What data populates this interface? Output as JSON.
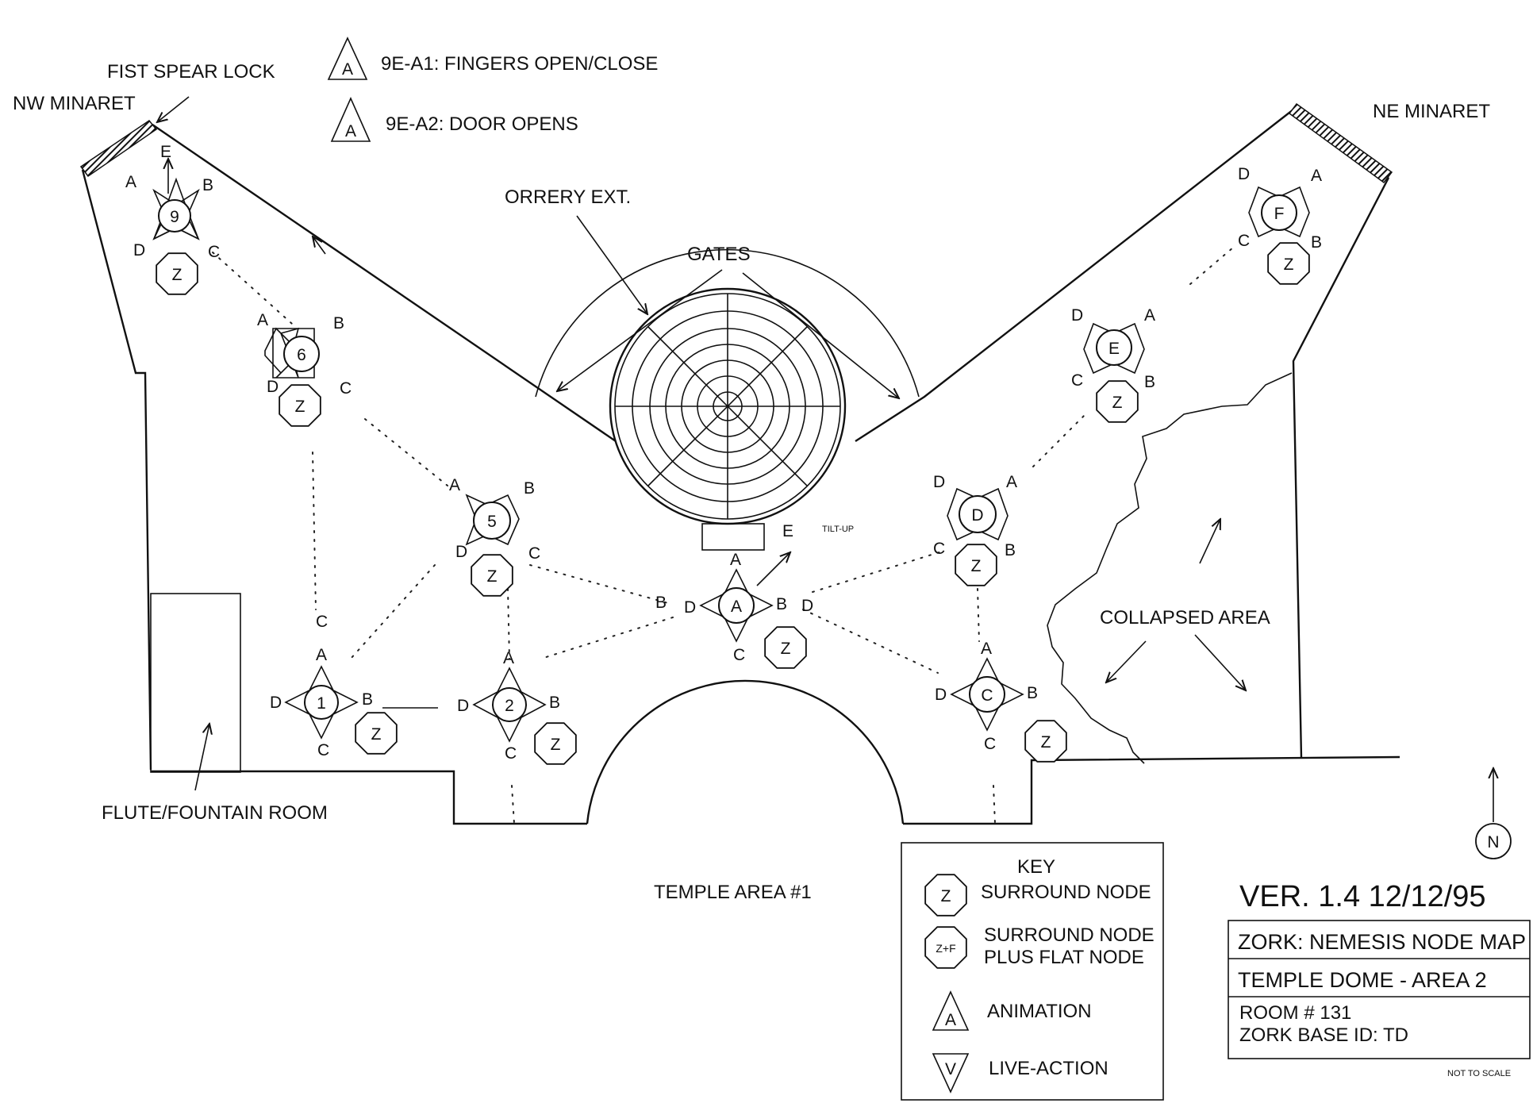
{
  "legend_top": {
    "a1_glyph": "A",
    "a1": "9E-A1: FINGERS OPEN/CLOSE",
    "a2_glyph": "A",
    "a2": "9E-A2: DOOR OPENS"
  },
  "labels": {
    "fist_spear_lock": "FIST SPEAR LOCK",
    "nw_minaret": "NW MINARET",
    "ne_minaret": "NE MINARET",
    "orrery_ext": "ORRERY EXT.",
    "gates": "GATES",
    "tilt_up": "TILT-UP",
    "collapsed_area": "COLLAPSED AREA",
    "flute_fountain_room": "FLUTE/FOUNTAIN ROOM",
    "temple_area_1": "TEMPLE AREA #1",
    "north": "N",
    "version": "VER. 1.4   12/12/95",
    "not_to_scale": "NOT TO SCALE"
  },
  "key": {
    "title": "KEY",
    "surround_glyph": "Z",
    "surround_node": "SURROUND NODE",
    "surround_flat_glyph": "Z+F",
    "surround_flat_line1": "SURROUND NODE",
    "surround_flat_line2": "PLUS FLAT NODE",
    "animation_glyph": "A",
    "animation": "ANIMATION",
    "live_glyph": "V",
    "live_action": "LIVE-ACTION"
  },
  "title_block": {
    "line1": "ZORK: NEMESIS NODE MAP",
    "line2": "TEMPLE DOME - AREA 2",
    "line3": "ROOM # 131",
    "line4": "ZORK BASE ID: TD"
  },
  "nodes": [
    {
      "id": "node-9",
      "label": "9",
      "dirs": {
        "a": "A",
        "b": "B",
        "c": "C",
        "d": "D",
        "e": "E"
      }
    },
    {
      "id": "node-6",
      "label": "6",
      "dirs": {
        "a": "A",
        "b": "B",
        "c": "C",
        "d": "D"
      }
    },
    {
      "id": "node-5",
      "label": "5",
      "dirs": {
        "a": "A",
        "b": "B",
        "c": "C",
        "d": "D"
      }
    },
    {
      "id": "node-1",
      "label": "1",
      "dirs": {
        "a": "A",
        "b": "B",
        "c": "C",
        "d": "D",
        "c2": "C"
      }
    },
    {
      "id": "node-2",
      "label": "2",
      "dirs": {
        "a": "A",
        "b": "B",
        "c": "C",
        "d": "D"
      }
    },
    {
      "id": "node-a",
      "label": "A",
      "dirs": {
        "a": "A",
        "b": "B",
        "c": "C",
        "d": "D",
        "e": "E",
        "b2": "B",
        "d2": "D"
      }
    },
    {
      "id": "node-d",
      "label": "D",
      "dirs": {
        "a": "A",
        "b": "B",
        "c": "C",
        "d": "D"
      }
    },
    {
      "id": "node-c",
      "label": "C",
      "dirs": {
        "a": "A",
        "b": "B",
        "c": "C",
        "d": "D"
      }
    },
    {
      "id": "node-e",
      "label": "E",
      "dirs": {
        "a": "A",
        "b": "B",
        "c": "C",
        "d": "D"
      }
    },
    {
      "id": "node-f",
      "label": "F",
      "dirs": {
        "a": "A",
        "b": "B",
        "c": "C",
        "d": "D"
      }
    }
  ],
  "surround": [
    "Z",
    "Z",
    "Z",
    "Z",
    "Z",
    "Z",
    "Z",
    "Z",
    "Z",
    "Z"
  ]
}
